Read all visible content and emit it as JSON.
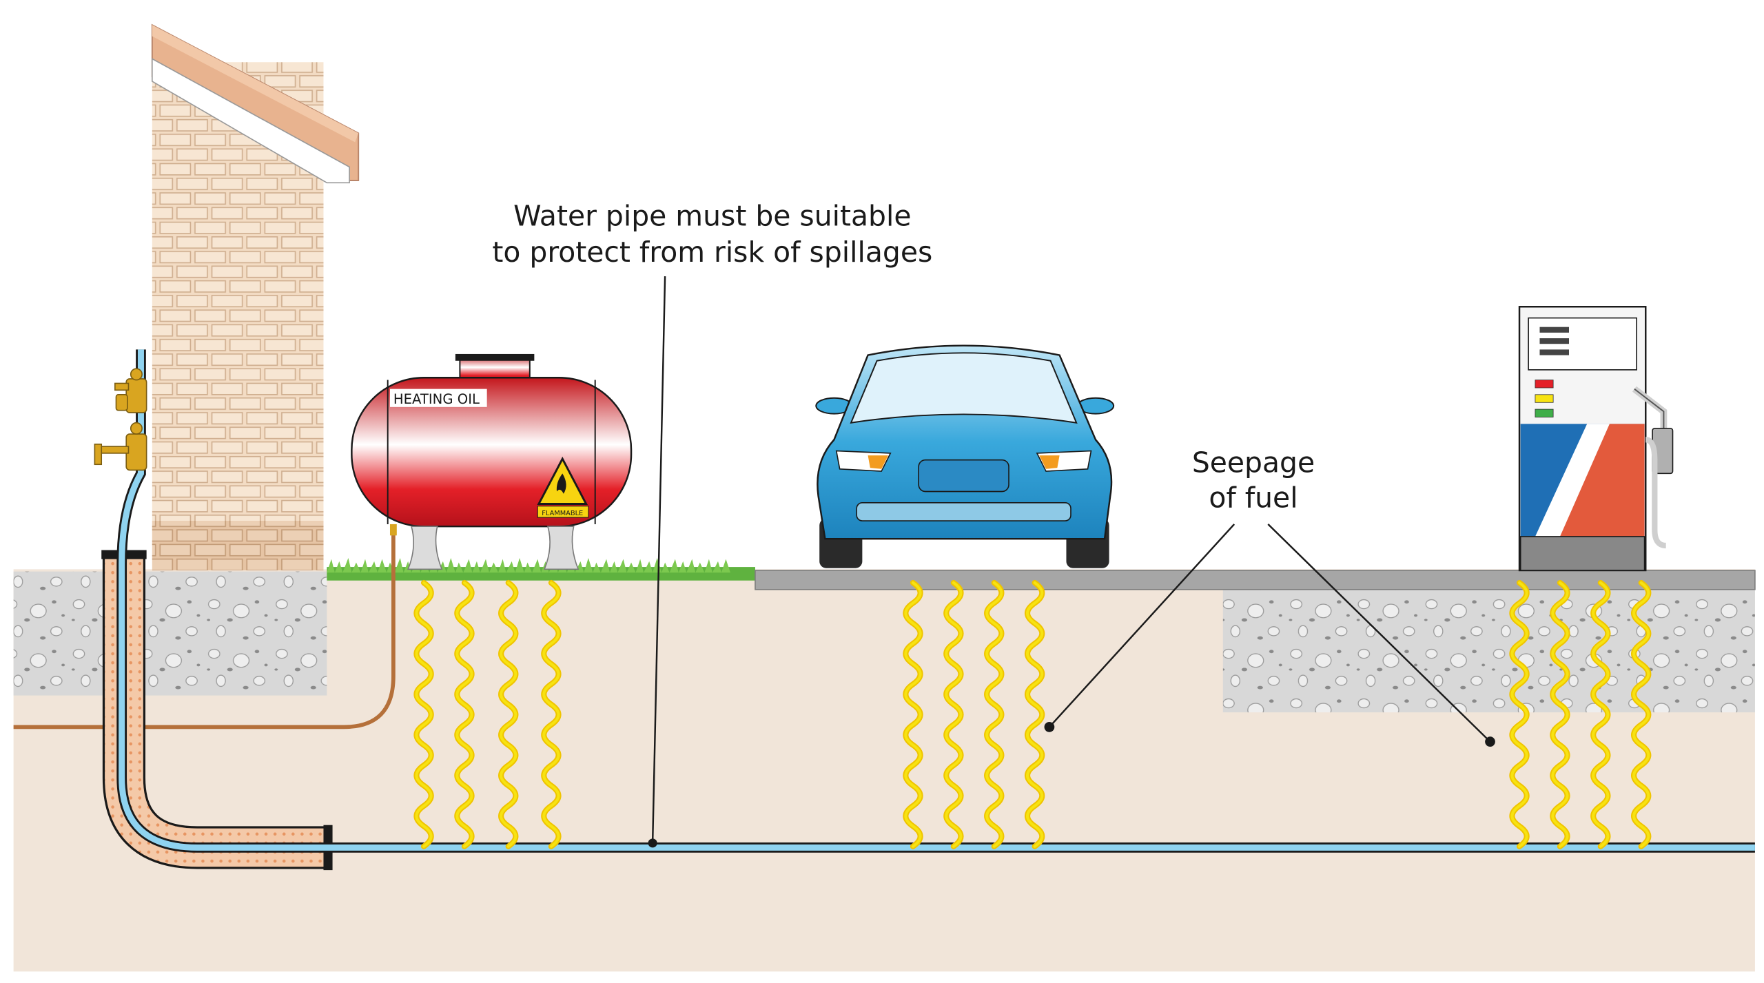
{
  "annotations": {
    "water_pipe_line1": "Water pipe must be suitable",
    "water_pipe_line2": "to protect from risk of spillages",
    "seepage_line1": "Seepage",
    "seepage_line2": "of fuel"
  },
  "tank": {
    "label": "HEATING OIL",
    "warning_label": "FLAMMABLE"
  },
  "colors": {
    "soil": "#f1e5d9",
    "concrete": "#d8d8d8",
    "brick": "#f3dcc4",
    "water_pipe": "#8fd3f0",
    "fuel": "#f7e312",
    "tank": "#e42028",
    "car": "#39a8dc",
    "pump_blue": "#1f6fb5",
    "pump_red": "#e35a3c",
    "grass": "#6cc04a"
  },
  "icons": [
    "brick-wall-icon",
    "oil-tank-icon",
    "car-icon",
    "fuel-pump-icon",
    "flammable-warning-icon",
    "tap-icon"
  ]
}
